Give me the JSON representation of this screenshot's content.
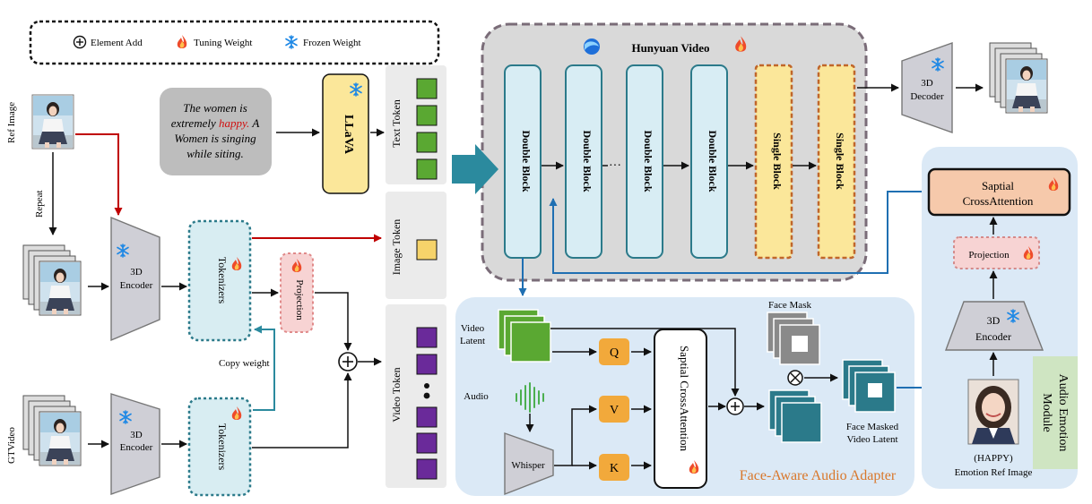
{
  "legend": {
    "element_add": "Element Add",
    "tuning_weight": "Tuning Weight",
    "frozen_weight": "Frozen Weight"
  },
  "inputs": {
    "ref_image": "Ref Image",
    "repeat": "Repeat",
    "gt_video": "GTVideo",
    "copy_weight": "Copy weight"
  },
  "prompt": {
    "line1": "The women is",
    "line2_a": "extremely ",
    "line2_b": "happy.",
    "line2_c": " A",
    "line3": "Women is singing",
    "line4": "while siting."
  },
  "blocks": {
    "encoder_3d_line1": "3D",
    "encoder_3d_line2": "Encoder",
    "tokenizers": "Tokenizers",
    "projection": "Projection",
    "llava": "LLaVA"
  },
  "tokens": {
    "text_token": "Text Token",
    "image_token": "Image Token",
    "video_token": "Video Token"
  },
  "hunyuan": {
    "title": "Hunyuan Video",
    "double_block": "Double Block",
    "single_block": "Single Block",
    "ellipsis": "···"
  },
  "decoder": {
    "line1": "3D",
    "line2": "Decoder"
  },
  "adapter": {
    "title": "Face-Aware Audio Adapter",
    "video_latent_line1": "Video",
    "video_latent_line2": "Latent",
    "audio": "Audio",
    "whisper": "Whisper",
    "q": "Q",
    "v": "V",
    "k": "K",
    "cross_attention": "Saptial CrossAttention",
    "face_mask": "Face Mask",
    "face_masked_line1": "Face Masked",
    "face_masked_line2": "Video Latent"
  },
  "emotion": {
    "module_line1": "Audio Emotion",
    "module_line2": "Module",
    "cross_line1": "Saptial",
    "cross_line2": "CrossAttention",
    "projection": "Projection",
    "encoder_line1": "3D",
    "encoder_line2": "Encoder",
    "happy": "(HAPPY)",
    "ref_label": "Emotion Ref Image"
  },
  "colors": {
    "arrow": "#111111",
    "red_arrow": "#c00000",
    "blue_arrow": "#1f6fb2",
    "teal": "#2b8a9e",
    "green_token": "#5aa832",
    "purple_token": "#6a2a9a",
    "yellow": "#fbe79a",
    "orange": "#f2a93b",
    "pink": "#f7d3d3",
    "light_blue_bg": "#dbe9f6",
    "gray_bg": "#ebebeb"
  }
}
